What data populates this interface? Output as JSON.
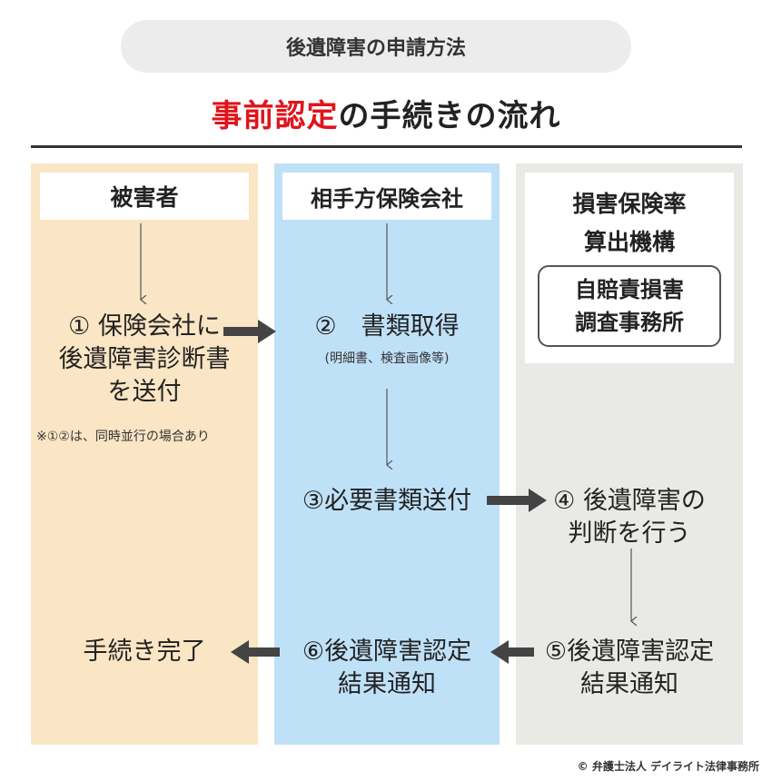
{
  "header": {
    "pill_text": "後遺障害の申請方法"
  },
  "title": {
    "accent": "事前認定",
    "rest": "の手続きの流れ"
  },
  "columns": [
    {
      "heading": "被害者"
    },
    {
      "heading": "相手方保険会社"
    },
    {
      "heading_line1": "損害保険率",
      "heading_line2": "算出機構",
      "sub_line1": "自賠責損害",
      "sub_line2": "調査事務所"
    }
  ],
  "steps": {
    "s1": {
      "line1": "① 保険会社に",
      "line2": "後遺障害診断書",
      "line3": "を送付",
      "note": "※①②は、同時並行の場合あり"
    },
    "s2": {
      "line1": "②　書類取得",
      "note": "(明細書、検査画像等)"
    },
    "s3": {
      "line1": "③必要書類送付"
    },
    "s4": {
      "line1": "④ 後遺障害の",
      "line2": "判断を行う"
    },
    "s5": {
      "line1": "⑤後遺障害認定",
      "line2": "結果通知"
    },
    "s6": {
      "line1": "⑥後遺障害認定",
      "line2": "結果通知"
    },
    "s7": {
      "line1": "手続き完了"
    }
  },
  "credit": "© 弁護士法人 デイライト法律事務所",
  "colors": {
    "accent": "#e0141b",
    "col1": "#fae5c4",
    "col2": "#bfe1f8",
    "col3": "#e9e9e6",
    "arrow": "#444444"
  }
}
